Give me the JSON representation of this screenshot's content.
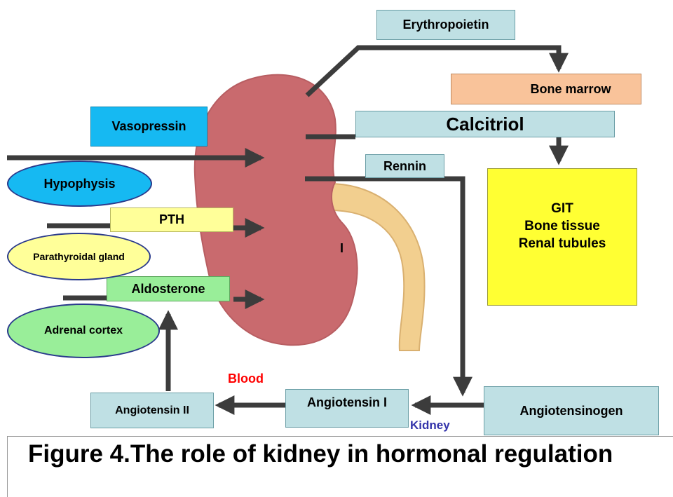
{
  "colors": {
    "kidney": "#c96a6e",
    "ureter": "#f2cf8f",
    "arrow": "#3c3c3c",
    "teal_box": "#bfe0e4",
    "blue_box": "#16b9f2",
    "yellow_light": "#ffff99",
    "yellow_bright": "#ffff33",
    "green_box": "#99ee99",
    "orange_box": "#f9c39a",
    "blood_label": "#ff0000",
    "kidney_label": "#3333aa"
  },
  "diagram": {
    "erythropoietin": "Erythropoietin",
    "bone_marrow": "Bone marrow",
    "vasopressin": "Vasopressin",
    "calcitriol": "Calcitriol",
    "hypophysis": "Hypophysis",
    "rennin": "Rennin",
    "pth": "PTH",
    "parathyroidal_gland": "Parathyroidal gland",
    "aldosterone": "Aldosterone",
    "adrenal_cortex": "Adrenal cortex",
    "targets": [
      "GIT",
      "Bone tissue",
      "Renal tubules"
    ],
    "kidney_marker": "I",
    "blood": "Blood",
    "angiotensin_ii": "Angiotensin II",
    "angiotensin_i": "Angiotensin I",
    "angiotensinogen": "Angiotensinogen",
    "kidney": "Kidney"
  },
  "caption": "Figure 4.The role of kidney in hormonal regulation"
}
